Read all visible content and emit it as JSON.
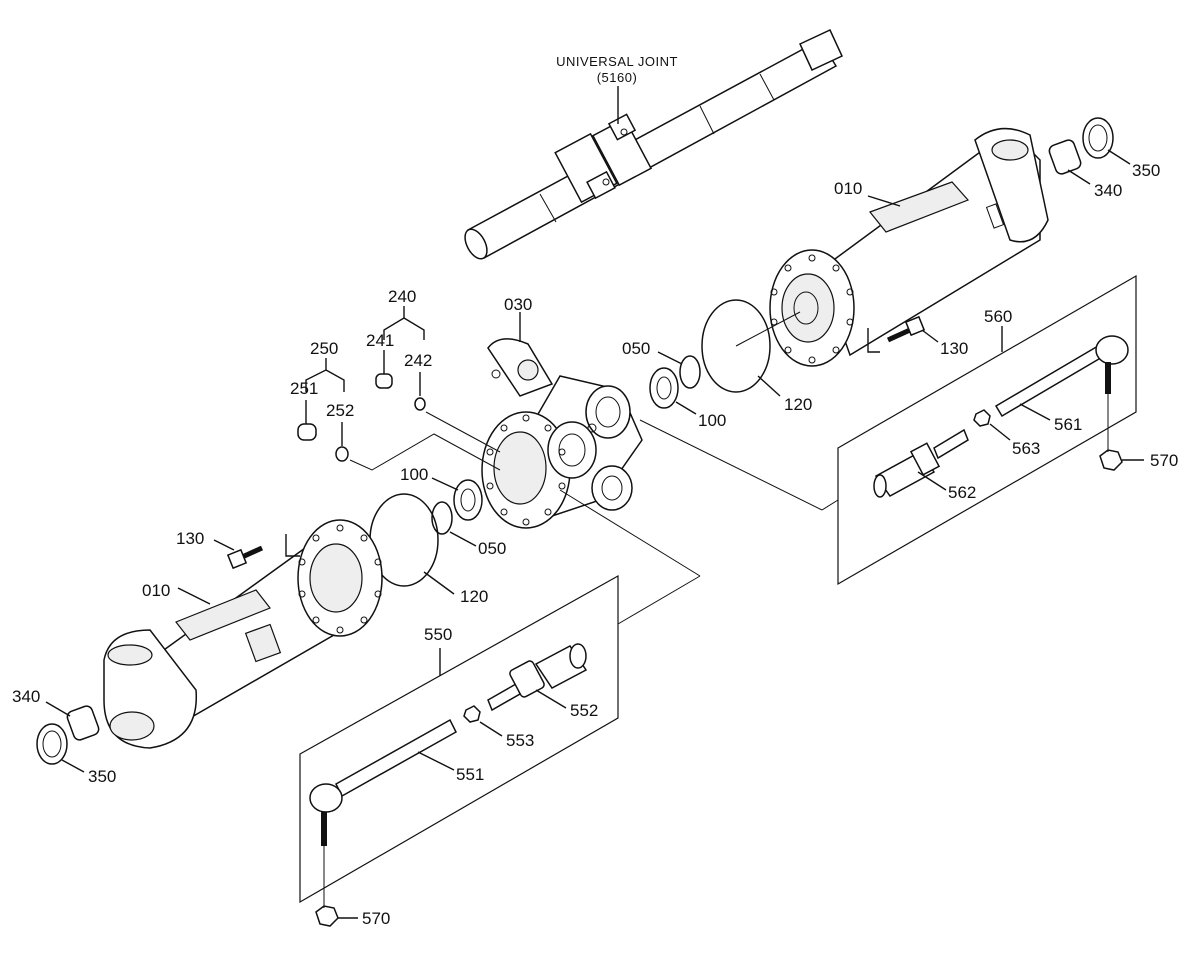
{
  "universal_joint": {
    "title": "UNIVERSAL JOINT",
    "ref": "(5160)"
  },
  "labels": {
    "p010_right": "010",
    "p010_left": "010",
    "p030": "030",
    "p050_right": "050",
    "p050_left": "050",
    "p100_right": "100",
    "p100_left": "100",
    "p120_right": "120",
    "p120_left": "120",
    "p130_right": "130",
    "p130_left": "130",
    "p240": "240",
    "p241": "241",
    "p242": "242",
    "p250": "250",
    "p251": "251",
    "p252": "252",
    "p340_right": "340",
    "p340_left": "340",
    "p350_right": "350",
    "p350_left": "350",
    "p550": "550",
    "p551": "551",
    "p552": "552",
    "p553": "553",
    "p560": "560",
    "p561": "561",
    "p562": "562",
    "p563": "563",
    "p570_right": "570",
    "p570_left": "570"
  }
}
